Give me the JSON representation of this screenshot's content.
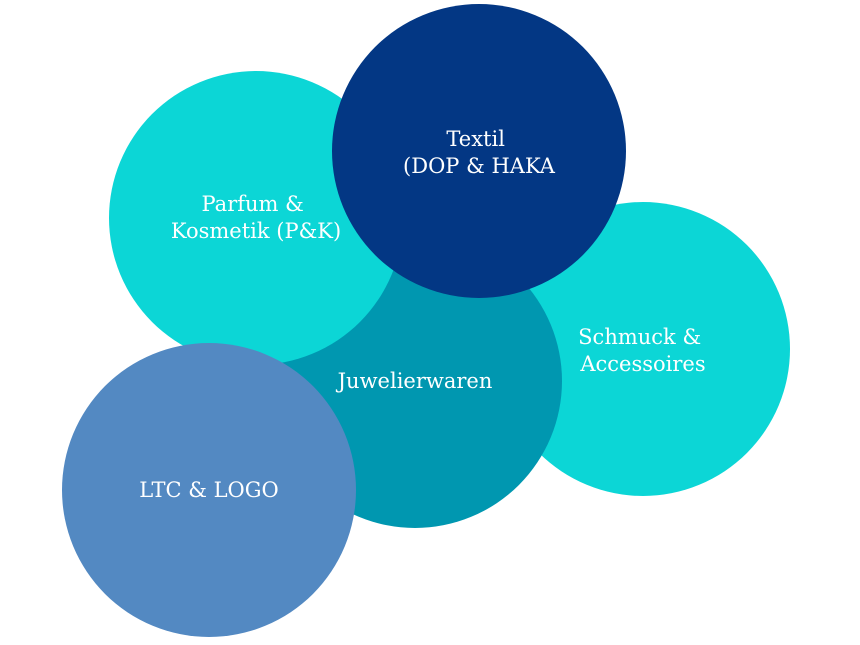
{
  "colors": {
    "cyan": "#0cd6d6",
    "teal": "#0097b0",
    "navy": "#033784",
    "steel_blue": "#5389c2",
    "label_text": "#ffffff"
  },
  "bubbles": {
    "juwelierwaren": {
      "lines": [
        "Juwelierwaren"
      ]
    },
    "schmuck": {
      "lines": [
        "Schmuck &",
        "Accessoires"
      ]
    },
    "parfum": {
      "lines": [
        "Parfum &",
        "Kosmetik (P&K)"
      ]
    },
    "textil": {
      "lines": [
        "Textil",
        "(DOP & HAKA"
      ]
    },
    "ltc": {
      "lines": [
        "LTC & LOGO"
      ]
    }
  }
}
